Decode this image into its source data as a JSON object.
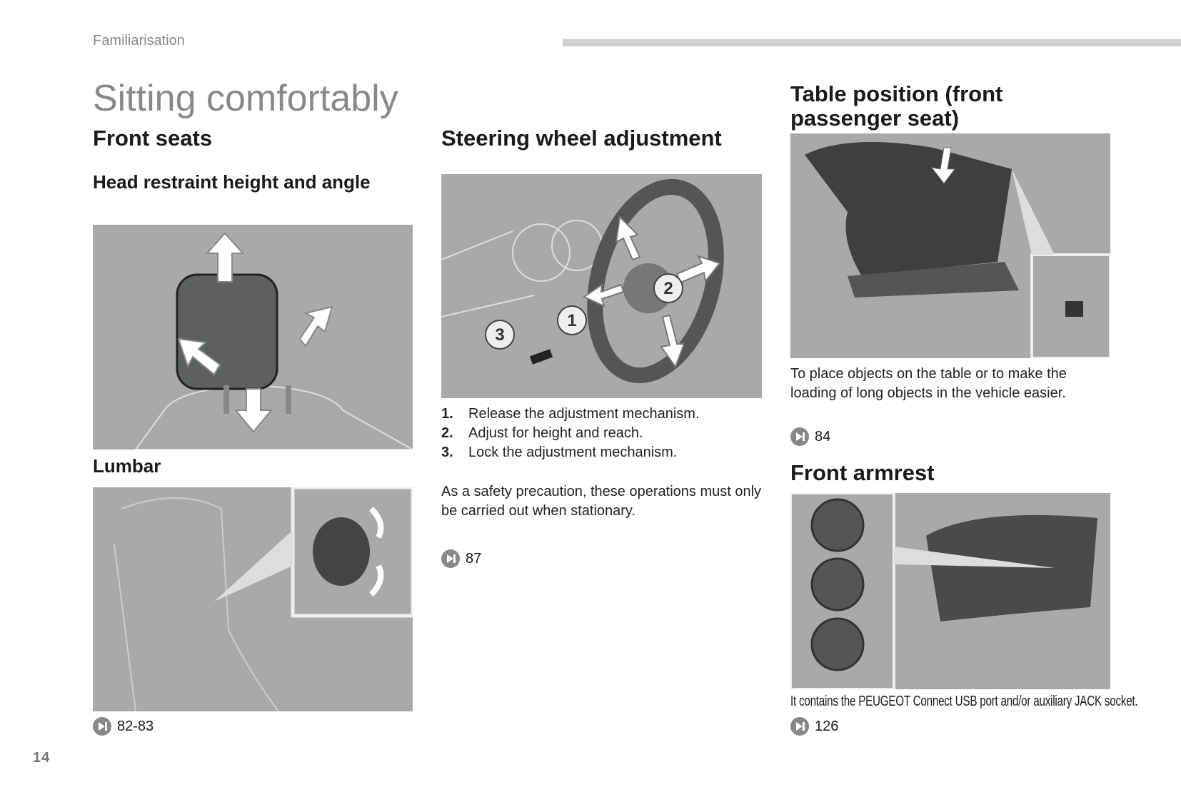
{
  "header": {
    "section": "Familiarisation",
    "title": "Sitting comfortably"
  },
  "col1": {
    "heading": "Front seats",
    "sub1": "Head restraint height and angle",
    "sub2": "Lumbar",
    "ref": "82-83"
  },
  "col2": {
    "heading": "Steering wheel adjustment",
    "callouts": [
      "1",
      "2",
      "3"
    ],
    "steps": [
      {
        "n": "1.",
        "text": "Release the adjustment mechanism."
      },
      {
        "n": "2.",
        "text": "Adjust for height and reach."
      },
      {
        "n": "3.",
        "text": "Lock the adjustment mechanism."
      }
    ],
    "note": "As a safety precaution, these operations must only be carried out when stationary.",
    "ref": "87"
  },
  "col3": {
    "heading_line1": "Table position (front",
    "heading_line2": "passenger seat)",
    "text": "To place objects on the table or to make the loading of long objects in the vehicle easier.",
    "ref": "84",
    "heading2": "Front armrest",
    "caption": "It contains the PEUGEOT Connect USB port and/or auxiliary JACK socket.",
    "ref2": "126"
  },
  "footer": {
    "page_number": "14"
  }
}
